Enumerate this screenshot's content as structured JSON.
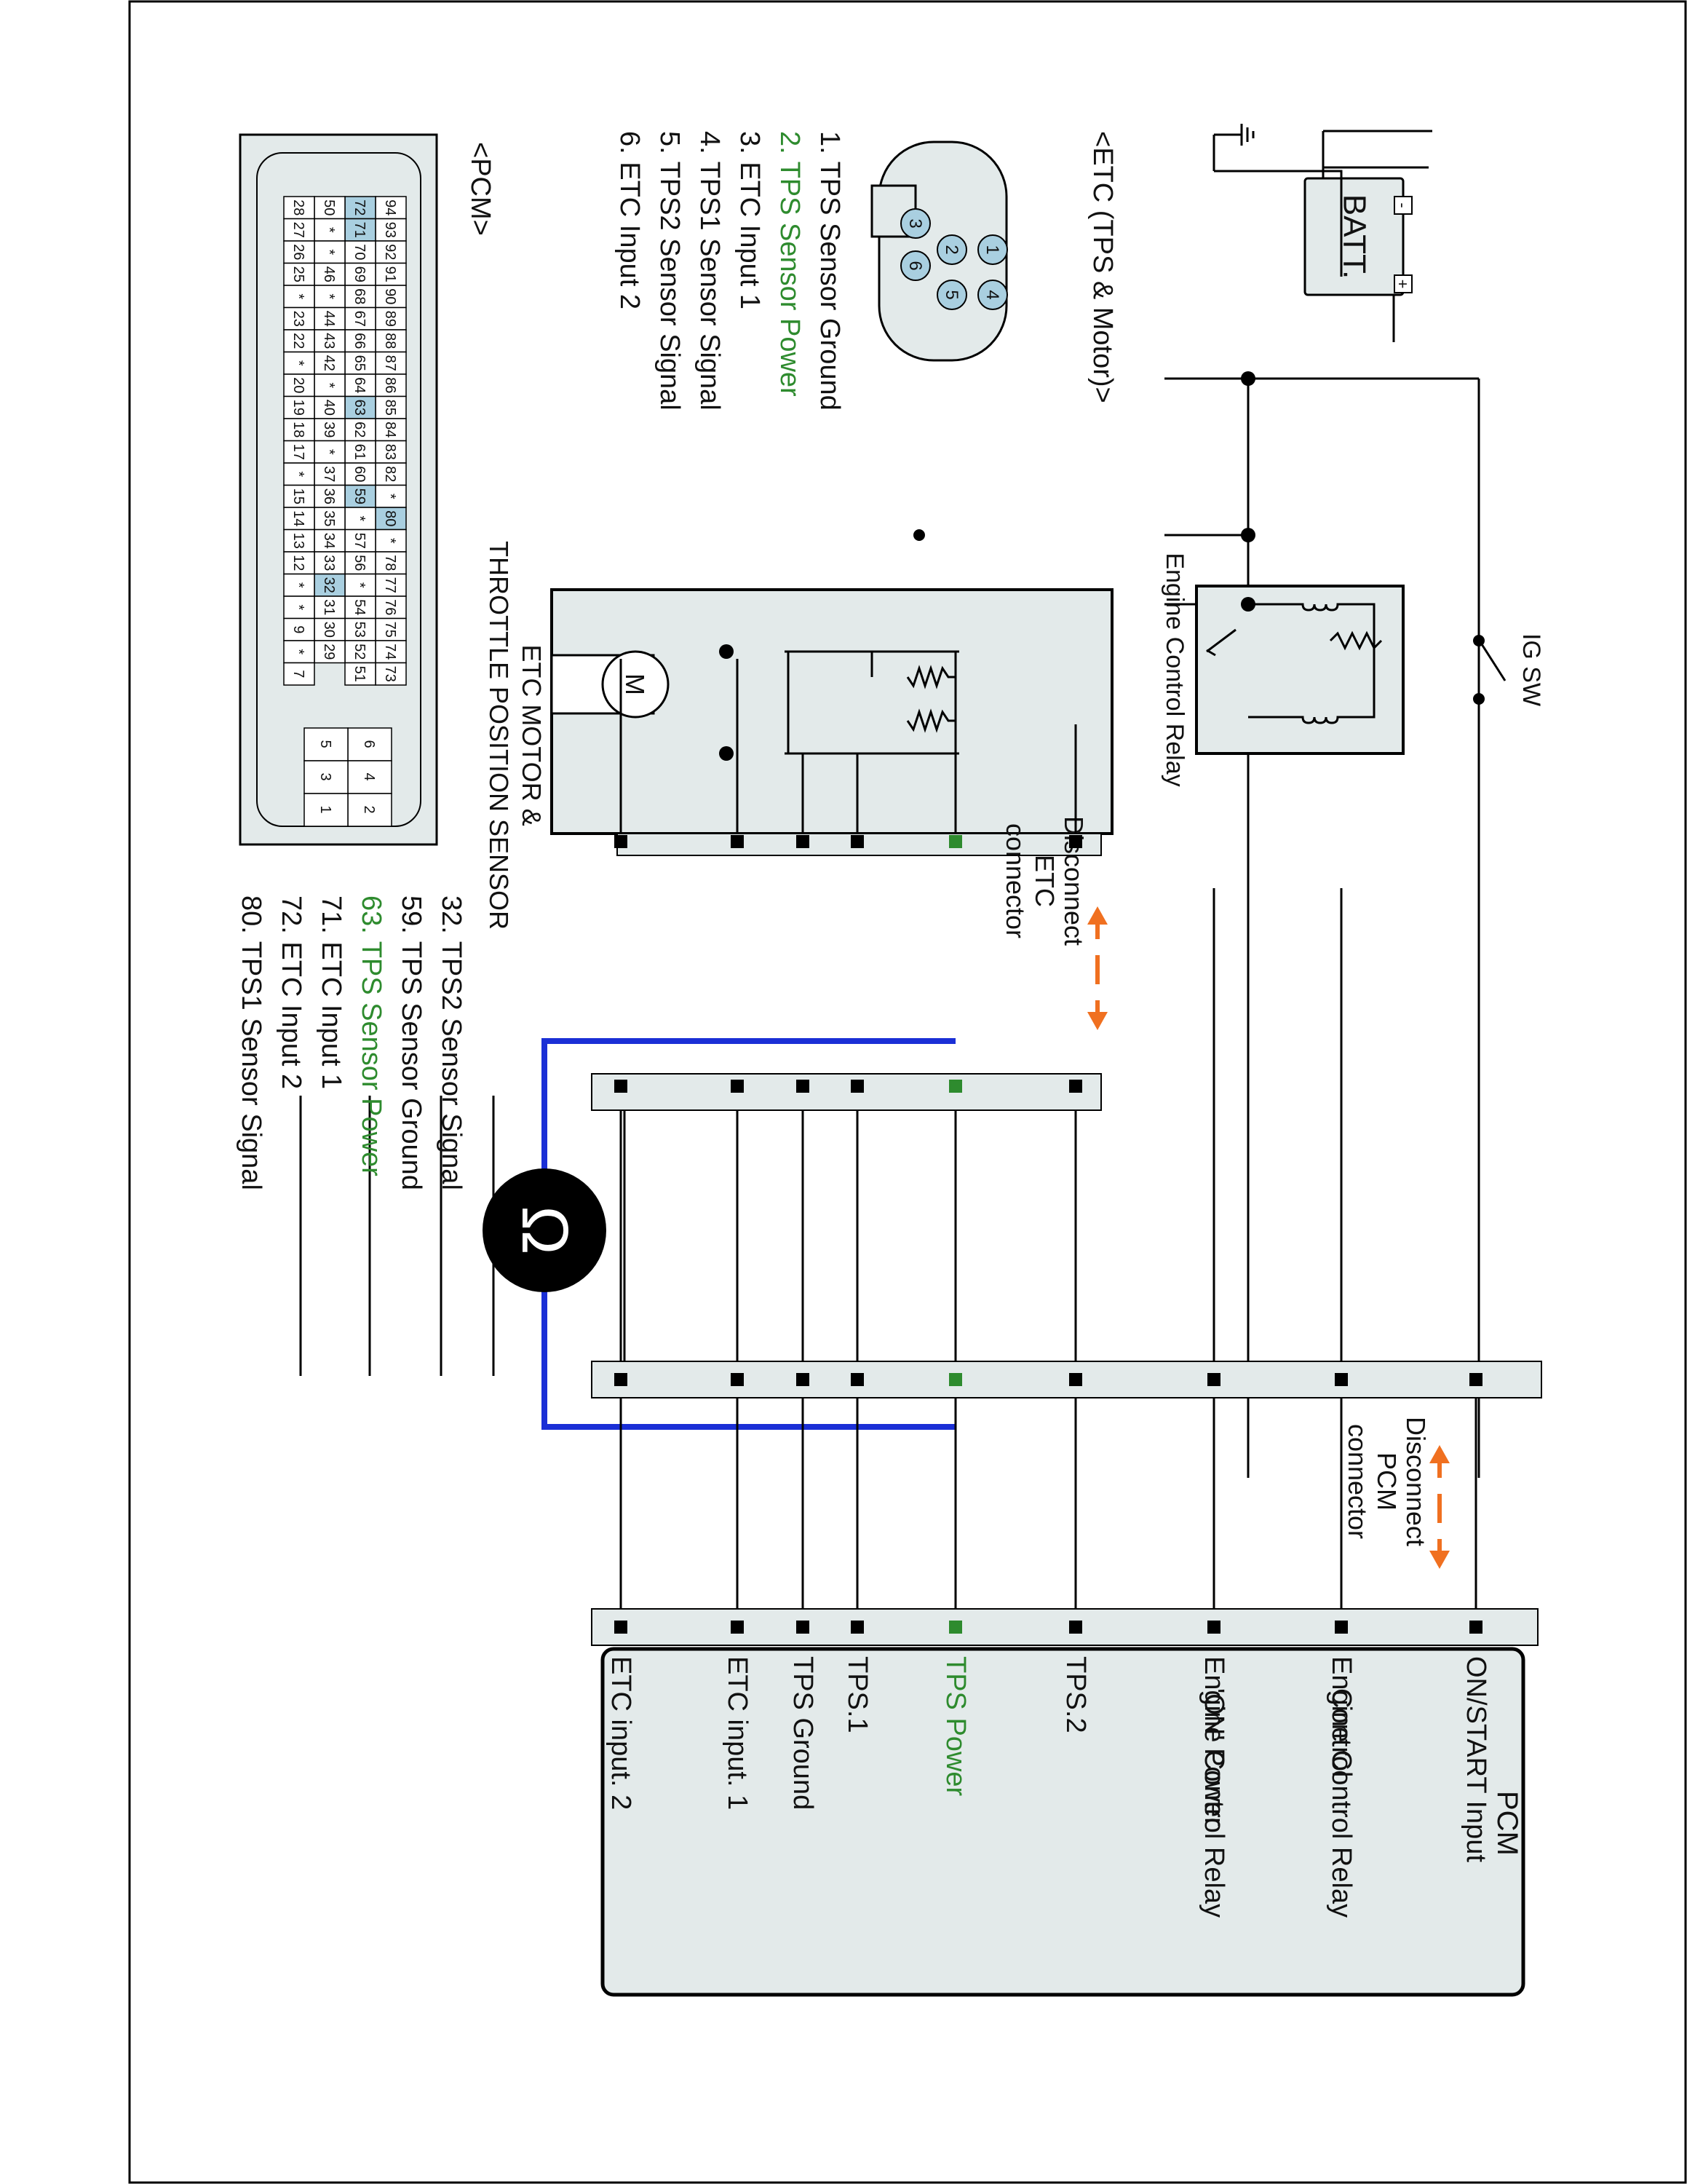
{
  "title": "PCM",
  "battery": {
    "label": "BATT.",
    "plus": "+",
    "minus": "-"
  },
  "ig_switch": {
    "label": "IG SW"
  },
  "relay": {
    "label": "Engine Control Relay"
  },
  "etc": {
    "header": "<ETC (TPS & Motor)>",
    "pins": [
      {
        "num": "1",
        "text": "1. TPS Sensor Ground"
      },
      {
        "num": "2",
        "text": "2. TPS Sensor Power",
        "highlight": true
      },
      {
        "num": "3",
        "text": "3. ETC Input 1"
      },
      {
        "num": "4",
        "text": "4. TPS1 Sensor Signal"
      },
      {
        "num": "5",
        "text": "5. TPS2 Sensor Signal"
      },
      {
        "num": "6",
        "text": "6. ETC Input 2"
      }
    ],
    "box_label_line1": "ETC MOTOR &",
    "box_label_line2": "THROTTLE POSITION SENSOR",
    "motor_symbol": "M"
  },
  "disconnect_etc": {
    "line1": "Disconnect",
    "line2": "ETC",
    "line3": "connector"
  },
  "disconnect_pcm": {
    "line1": "Disconnect",
    "line2": "PCM",
    "line3": "connector"
  },
  "meter": {
    "symbol": "Ω",
    "icon": "ohmmeter-icon"
  },
  "pcm_connector": {
    "header": "<PCM>",
    "rows": [
      [
        "94",
        "93",
        "92",
        "91",
        "90",
        "89",
        "88",
        "87",
        "86",
        "85",
        "84",
        "83",
        "82",
        "*",
        "80",
        "*",
        "78",
        "77",
        "76",
        "75",
        "74",
        "73"
      ],
      [
        "72",
        "71",
        "70",
        "69",
        "68",
        "67",
        "66",
        "65",
        "64",
        "63",
        "62",
        "61",
        "60",
        "59",
        "*",
        "57",
        "56",
        "*",
        "54",
        "53",
        "52",
        "51"
      ],
      [
        "50",
        "*",
        "*",
        "46",
        "*",
        "44",
        "43",
        "42",
        "*",
        "40",
        "39",
        "*",
        "37",
        "36",
        "35",
        "34",
        "33",
        "32",
        "31",
        "30",
        "29"
      ],
      [
        "28",
        "27",
        "26",
        "25",
        "*",
        "23",
        "22",
        "*",
        "20",
        "19",
        "18",
        "17",
        "*",
        "15",
        "14",
        "13",
        "12",
        "*",
        "*",
        "9",
        "*",
        "7"
      ]
    ],
    "small_rows": [
      [
        "6",
        "5"
      ],
      [
        "4",
        "3"
      ],
      [
        "2",
        "1"
      ]
    ],
    "highlighted_pins": [
      "72",
      "71",
      "63",
      "80",
      "59",
      "32"
    ],
    "pin_list": [
      {
        "text": "32. TPS2 Sensor Signal"
      },
      {
        "text": "59. TPS Sensor Ground"
      },
      {
        "text": "63. TPS Sensor Power",
        "highlight": true
      },
      {
        "text": "71. ETC Input 1"
      },
      {
        "text": "72. ETC Input 2"
      },
      {
        "text": "80. TPS1 Sensor Signal"
      }
    ]
  },
  "pcm_terminals": [
    {
      "lines": [
        "ON/START Input"
      ]
    },
    {
      "lines": [
        "Engine Control Relay",
        "Control"
      ]
    },
    {
      "lines": [
        "Engine Control Relay",
        "'ON' Power"
      ]
    },
    {
      "lines": [
        "TPS.2"
      ]
    },
    {
      "lines": [
        "TPS Power"
      ],
      "highlight": true
    },
    {
      "lines": [
        "TPS.1"
      ]
    },
    {
      "lines": [
        "TPS Ground"
      ]
    },
    {
      "lines": [
        "ETC input. 1"
      ]
    },
    {
      "lines": [
        "ETC input. 2"
      ]
    }
  ],
  "colors": {
    "green": "#2e8b2e",
    "orange": "#f07020",
    "blue": "#1a2fd6",
    "pin_highlight": "#a9cfe0",
    "panel_fill": "#e3eaea"
  }
}
